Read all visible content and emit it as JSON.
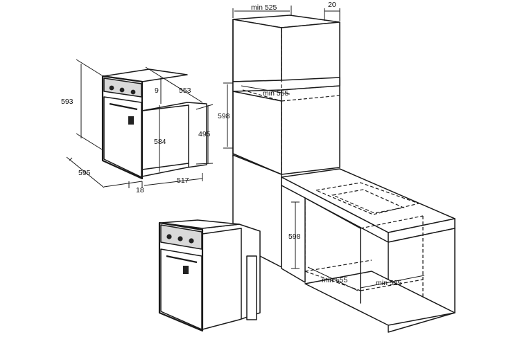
{
  "dimensions": {
    "oven_height": "593",
    "oven_width": "595",
    "total_depth": "553",
    "panel_offset": "9",
    "body_height_outer": "495",
    "body_height_inner": "584",
    "front_thickness": "18",
    "body_depth": "517",
    "col_depth_top": "min 525",
    "col_gap": "20",
    "col_width": "min 555",
    "col_height": "598",
    "ctr_height": "598",
    "ctr_width": "min 555",
    "ctr_depth": "min 525"
  },
  "colors": {
    "line": "#1a1a1a",
    "panel_gray": "#d9d9d9",
    "knob": "#222222"
  }
}
